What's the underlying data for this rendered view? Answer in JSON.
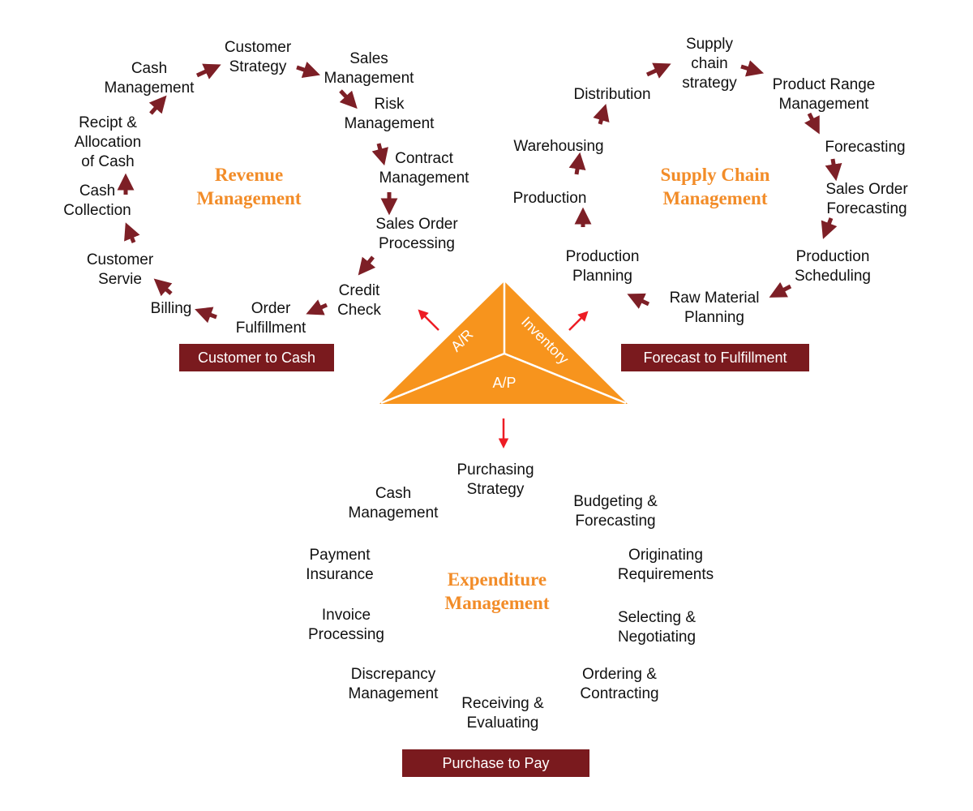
{
  "colors": {
    "arrow": "#7d1f26",
    "banner": "#7a1a1e",
    "title": "#f28c28",
    "triangle": "#f7941d",
    "red_arrow": "#ed1c24",
    "text": "#111111"
  },
  "revenue": {
    "title": "Revenue\nManagement",
    "banner": "Customer to Cash",
    "steps": [
      "Customer\nStrategy",
      "Sales\nManagement",
      "Risk\nManagement",
      "Contract\nManagement",
      "Sales Order\nProcessing",
      "Credit\nCheck",
      "Order\nFulfillment",
      "Billing",
      "Customer\nServie",
      "Cash\nCollection",
      "Recipt &\nAllocation\nof Cash",
      "Cash\nManagement"
    ]
  },
  "supply": {
    "title": "Supply Chain\nManagement",
    "banner": "Forecast to Fulfillment",
    "steps": [
      "Supply\nchain\nstrategy",
      "Product Range\nManagement",
      "Forecasting",
      "Sales Order\nForecasting",
      "Production\nScheduling",
      "Raw Material\nPlanning",
      "Production\nPlanning",
      "Production",
      "Warehousing",
      "Distribution"
    ]
  },
  "expenditure": {
    "title": "Expenditure\nManagement",
    "banner": "Purchase to Pay",
    "steps": [
      "Purchasing\nStrategy",
      "Budgeting &\nForecasting",
      "Originating\nRequirements",
      "Selecting &\nNegotiating",
      "Ordering &\nContracting",
      "Receiving &\nEvaluating",
      "Discrepancy\nManagement",
      "Invoice\nProcessing",
      "Payment\nInsurance",
      "Cash\nManagement"
    ]
  },
  "triangle": {
    "left": "A/R",
    "right": "Inventory",
    "bottom": "A/P"
  }
}
